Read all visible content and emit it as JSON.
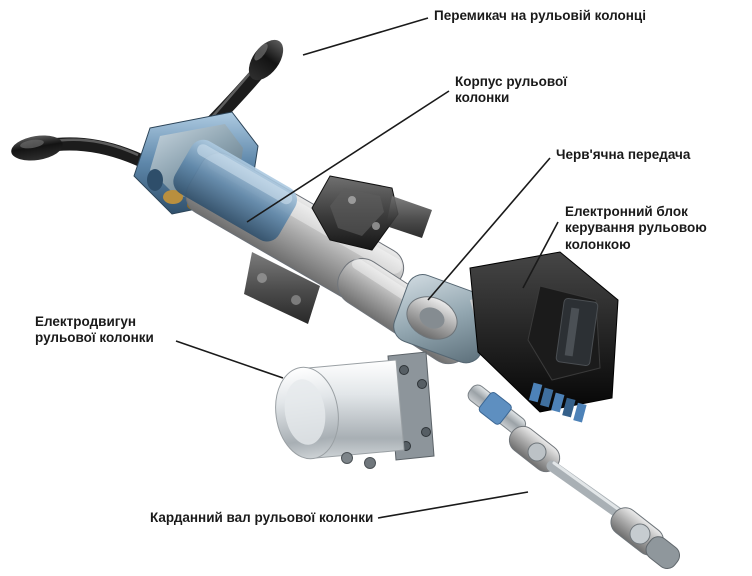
{
  "figure": {
    "background": "#ffffff",
    "type": "labeled-parts-diagram",
    "subject": "steering-column-assembly"
  },
  "callouts": {
    "switch": {
      "label": "Перемикач на рульовій колонці"
    },
    "housing": {
      "label": "Корпус рульової колонки"
    },
    "worm_gear": {
      "label": "Черв'ячна передача"
    },
    "ecu": {
      "label": "Електронний блок керування рульовою колонкою"
    },
    "motor": {
      "label": "Електродвигун рульової колонки"
    },
    "cardan_shaft": {
      "label": "Карданний вал рульової колонки"
    }
  }
}
